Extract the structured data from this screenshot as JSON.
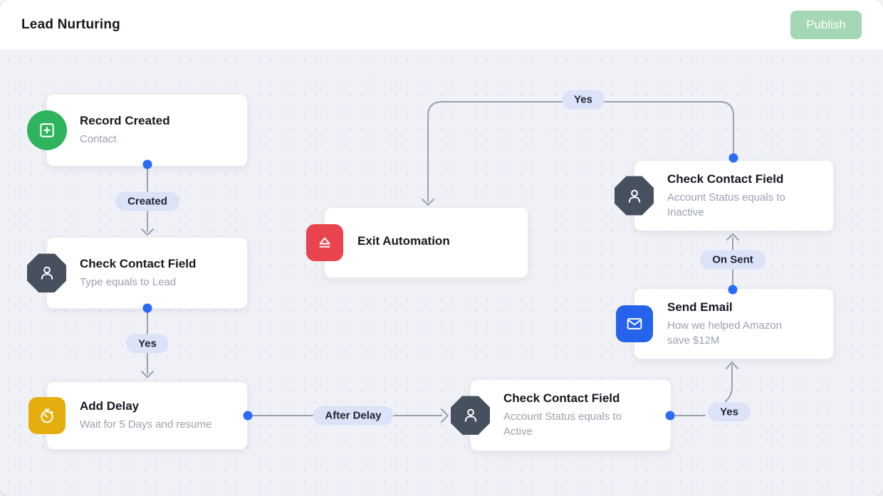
{
  "header": {
    "title": "Lead Nurturing",
    "publish_label": "Publish"
  },
  "nodes": [
    {
      "id": "record-created",
      "title": "Record Created",
      "subtitle": "Contact",
      "icon": "plus-square-icon",
      "icon_shape": "circle",
      "icon_color": "#2db45c"
    },
    {
      "id": "check-contact-lead",
      "title": "Check Contact Field",
      "subtitle": "Type equals to Lead",
      "icon": "person-icon",
      "icon_shape": "octagon",
      "icon_color": "#47505f"
    },
    {
      "id": "add-delay",
      "title": "Add Delay",
      "subtitle": "Wait for 5 Days and resume",
      "icon": "stopwatch-icon",
      "icon_shape": "rounded-square",
      "icon_color": "#e5ad0e"
    },
    {
      "id": "check-contact-active",
      "title": "Check Contact Field",
      "subtitle": "Account Status equals to Active",
      "icon": "person-icon",
      "icon_shape": "octagon",
      "icon_color": "#47505f"
    },
    {
      "id": "send-email",
      "title": "Send Email",
      "subtitle": "How we helped Amazon save $12M",
      "icon": "envelope-icon",
      "icon_shape": "rounded-square",
      "icon_color": "#2563eb"
    },
    {
      "id": "check-contact-inactive",
      "title": "Check Contact Field",
      "subtitle": "Account Status equals to Inactive",
      "icon": "person-icon",
      "icon_shape": "octagon",
      "icon_color": "#47505f"
    },
    {
      "id": "exit-automation",
      "title": "Exit Automation",
      "subtitle": "",
      "icon": "eject-icon",
      "icon_shape": "rounded-square",
      "icon_color": "#e8444d"
    }
  ],
  "edge_labels": {
    "created": "Created",
    "yes_left": "Yes",
    "after_delay": "After Delay",
    "yes_right": "Yes",
    "on_sent": "On Sent",
    "yes_top": "Yes"
  },
  "colors": {
    "canvas_bg": "#f0f1f6",
    "dot_grid": "#d6d9e2",
    "wire": "#9aa0ab",
    "connection_dot": "#2b6cf5",
    "pill_bg": "#dce3f8",
    "publish_bg": "#a4d7b3",
    "node_green": "#2db45c",
    "node_slate": "#47505f",
    "node_amber": "#e5ad0e",
    "node_blue": "#2563eb",
    "node_red": "#e8444d"
  }
}
